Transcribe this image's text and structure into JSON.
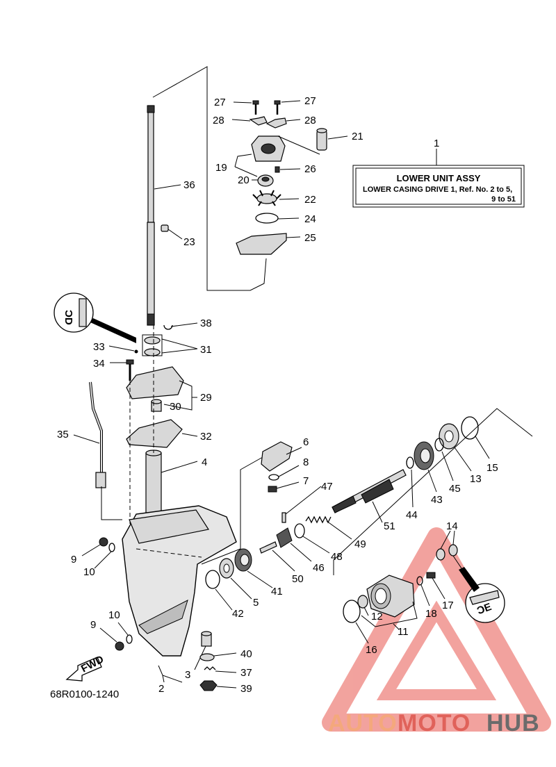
{
  "diagram_code": "68R0100-1240",
  "assembly_box": {
    "ref_number": "1",
    "title": "LOWER UNIT ASSY",
    "line2": "LOWER CASING DRIVE 1,  Ref. No. 2 to 5,",
    "line3": "9 to 51"
  },
  "fwd_label": "FWD",
  "watermark": {
    "part1": "AUTO",
    "part2": "MOTO",
    "part3": "HUB",
    "color_light": "#f4a87c",
    "color_red": "#e0625a",
    "color_gray": "#6b6b6b"
  },
  "badges": {
    "upper": "ƆD",
    "lower": "ƆE"
  },
  "callouts": {
    "c27a": "27",
    "c27b": "27",
    "c28a": "28",
    "c28b": "28",
    "c21": "21",
    "c19": "19",
    "c26": "26",
    "c20": "20",
    "c22": "22",
    "c24": "24",
    "c25": "25",
    "c36": "36",
    "c23": "23",
    "c38": "38",
    "c33": "33",
    "c31": "31",
    "c34": "34",
    "c29": "29",
    "c30": "30",
    "c35": "35",
    "c32": "32",
    "c4": "4",
    "c6": "6",
    "c8": "8",
    "c7": "7",
    "c47": "47",
    "c15": "15",
    "c13": "13",
    "c45": "45",
    "c43": "43",
    "c44": "44",
    "c51": "51",
    "c49": "49",
    "c48": "48",
    "c46": "46",
    "c50": "50",
    "c41": "41",
    "c5": "5",
    "c42": "42",
    "c9a": "9",
    "c10a": "10",
    "c14": "14",
    "c17": "17",
    "c18": "18",
    "c12": "12",
    "c11": "11",
    "c16": "16",
    "c10b": "10",
    "c9b": "9",
    "c40": "40",
    "c37": "37",
    "c39": "39",
    "c3": "3",
    "c2": "2"
  }
}
